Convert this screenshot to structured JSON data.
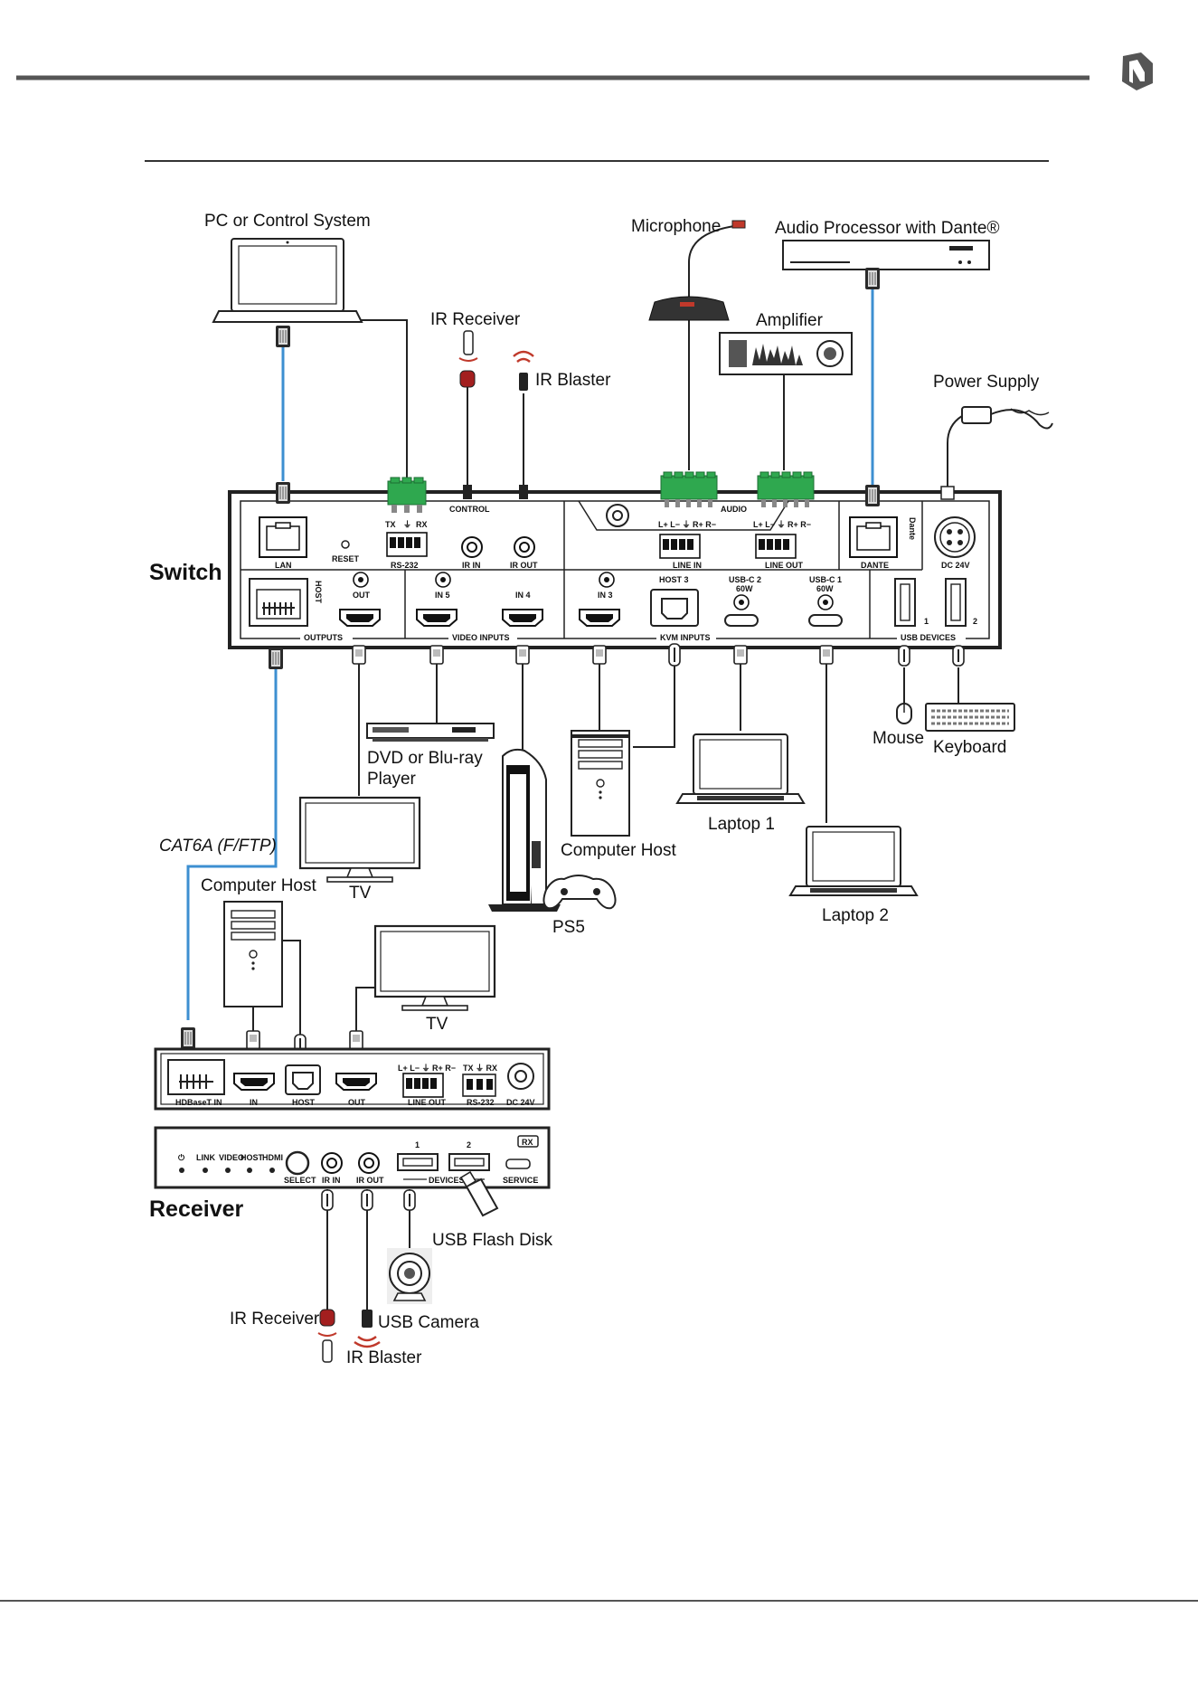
{
  "labels": {
    "pc": "PC or Control System",
    "microphone": "Microphone",
    "audio_processor": "Audio Processor with Dante®",
    "ir_receiver_top": "IR Receiver",
    "ir_blaster_top": "IR Blaster",
    "amplifier": "Amplifier",
    "power_supply": "Power Supply",
    "switch": "Switch",
    "dvd": "DVD or Blu-ray",
    "dvd2": "Player",
    "mouse": "Mouse",
    "keyboard": "Keyboard",
    "laptop1": "Laptop 1",
    "laptop2": "Laptop 2",
    "computer_host_top": "Computer Host",
    "tv_top": "TV",
    "ps5": "PS5",
    "cat6a": "CAT6A (F/FTP)",
    "computer_host_bottom": "Computer Host",
    "tv_bottom": "TV",
    "receiver": "Receiver",
    "usb_flash": "USB Flash Disk",
    "ir_receiver_bottom": "IR Receiver",
    "usb_camera": "USB Camera",
    "ir_blaster_bottom": "IR Blaster"
  },
  "switch_ports": {
    "control": "CONTROL",
    "audio": "AUDIO",
    "lan": "LAN",
    "reset": "RESET",
    "tx": "TX",
    "rx": "RX",
    "rs232": "RS-232",
    "ir_in": "IR IN",
    "ir_out": "IR OUT",
    "lr_in": "L+ L−  ⏚  R+ R−",
    "line_in": "LINE IN",
    "lr_out": "L+ L−  ⏚  R+ R−",
    "line_out": "LINE OUT",
    "dante": "DANTE",
    "dante_logo": "Dante",
    "dc24v": "DC 24V",
    "host": "HOST",
    "out": "OUT",
    "in5": "IN 5",
    "in4": "IN 4",
    "in3": "IN 3",
    "host3": "HOST 3",
    "usbc2": "USB-C 2",
    "usbc2w": "60W",
    "usbc1": "USB-C 1",
    "usbc1w": "60W",
    "usb1": "1",
    "usb2": "2",
    "outputs": "OUTPUTS",
    "video_inputs": "VIDEO INPUTS",
    "kvm_inputs": "KVM INPUTS",
    "usb_devices": "USB DEVICES"
  },
  "receiver_back_ports": {
    "hdbaset_in": "HDBaseT IN",
    "in": "IN",
    "host": "HOST",
    "out": "OUT",
    "lr": "L+ L−  ⏚  R+ R−",
    "line_out": "LINE OUT",
    "txrx": "TX  ⏚  RX",
    "rs232": "RS-232",
    "dc24v": "DC 24V"
  },
  "receiver_front_ports": {
    "led_power": "⏻",
    "led_link": "LINK",
    "led_video": "VIDEO",
    "led_host": "HOST",
    "led_hdmi": "HDMI",
    "select": "SELECT",
    "ir_in": "IR IN",
    "ir_out": "IR OUT",
    "dev1": "1",
    "dev2": "2",
    "devices": "DEVICES",
    "rx_badge": "RX",
    "service": "SERVICE"
  },
  "colors": {
    "cable_blue": "#3d8fd1",
    "terminal_green": "#2fa84f",
    "ir_red": "#c0392b",
    "line": "#222222",
    "logo_gray": "#555555"
  },
  "icons": [
    "brand-logo-icon",
    "hdmi-port-icon",
    "rj45-port-icon",
    "usb-port-icon"
  ]
}
